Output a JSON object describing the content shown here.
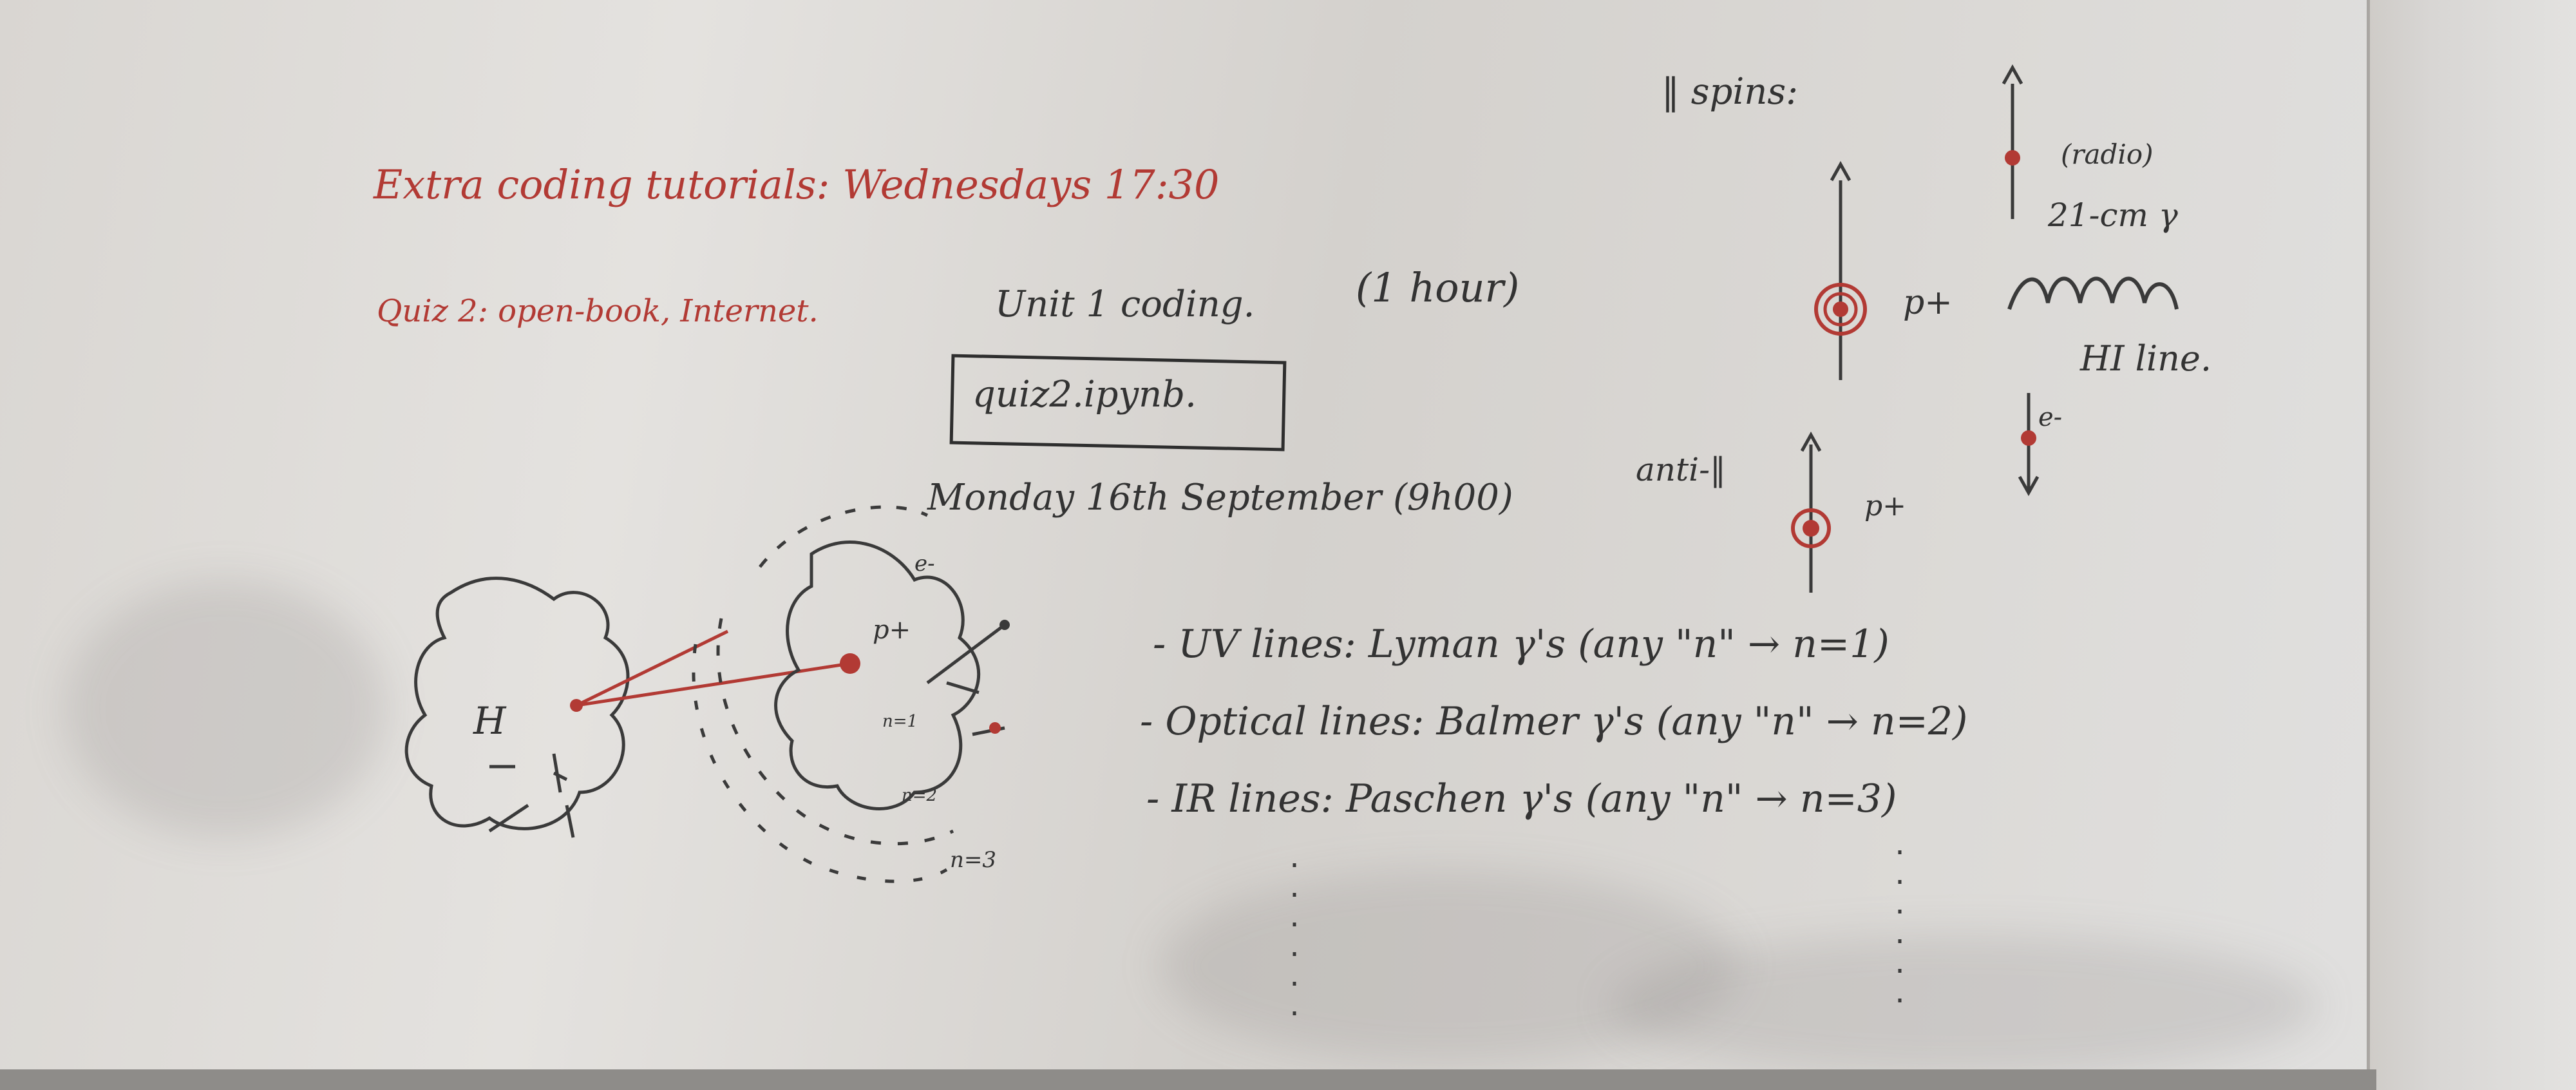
{
  "board": {
    "notes": {
      "tutorials": "Extra coding tutorials: Wednesdays 17:30",
      "quiz_line": "Quiz 2: open-book, Internet.",
      "quiz_unit": "Unit 1 coding.",
      "quiz_duration": "(1 hour)",
      "quiz_file": "quiz2.ipynb.",
      "quiz_date": "Monday 16th September (9h00)"
    },
    "atom_sketch": {
      "h_label": "H",
      "p_label": "p+",
      "e_label": "e-",
      "n1": "n=1",
      "n2": "n=2",
      "n3": "n=3"
    },
    "spectral_lines": {
      "uv": "- UV lines: Lyman γ's (any \"n\" → n=1)",
      "optical": "- Optical lines: Balmer γ's (any \"n\" → n=2)",
      "ir": "- IR lines: Paschen γ's (any \"n\" → n=3)"
    },
    "spins": {
      "parallel": "‖ spins:",
      "p_plus": "p+",
      "anti": "anti-‖",
      "p_plus_2": "p+",
      "radio": "(radio)",
      "gamma_21cm": "21-cm γ",
      "hi_line": "HI line.",
      "e_minus": "e-"
    }
  }
}
